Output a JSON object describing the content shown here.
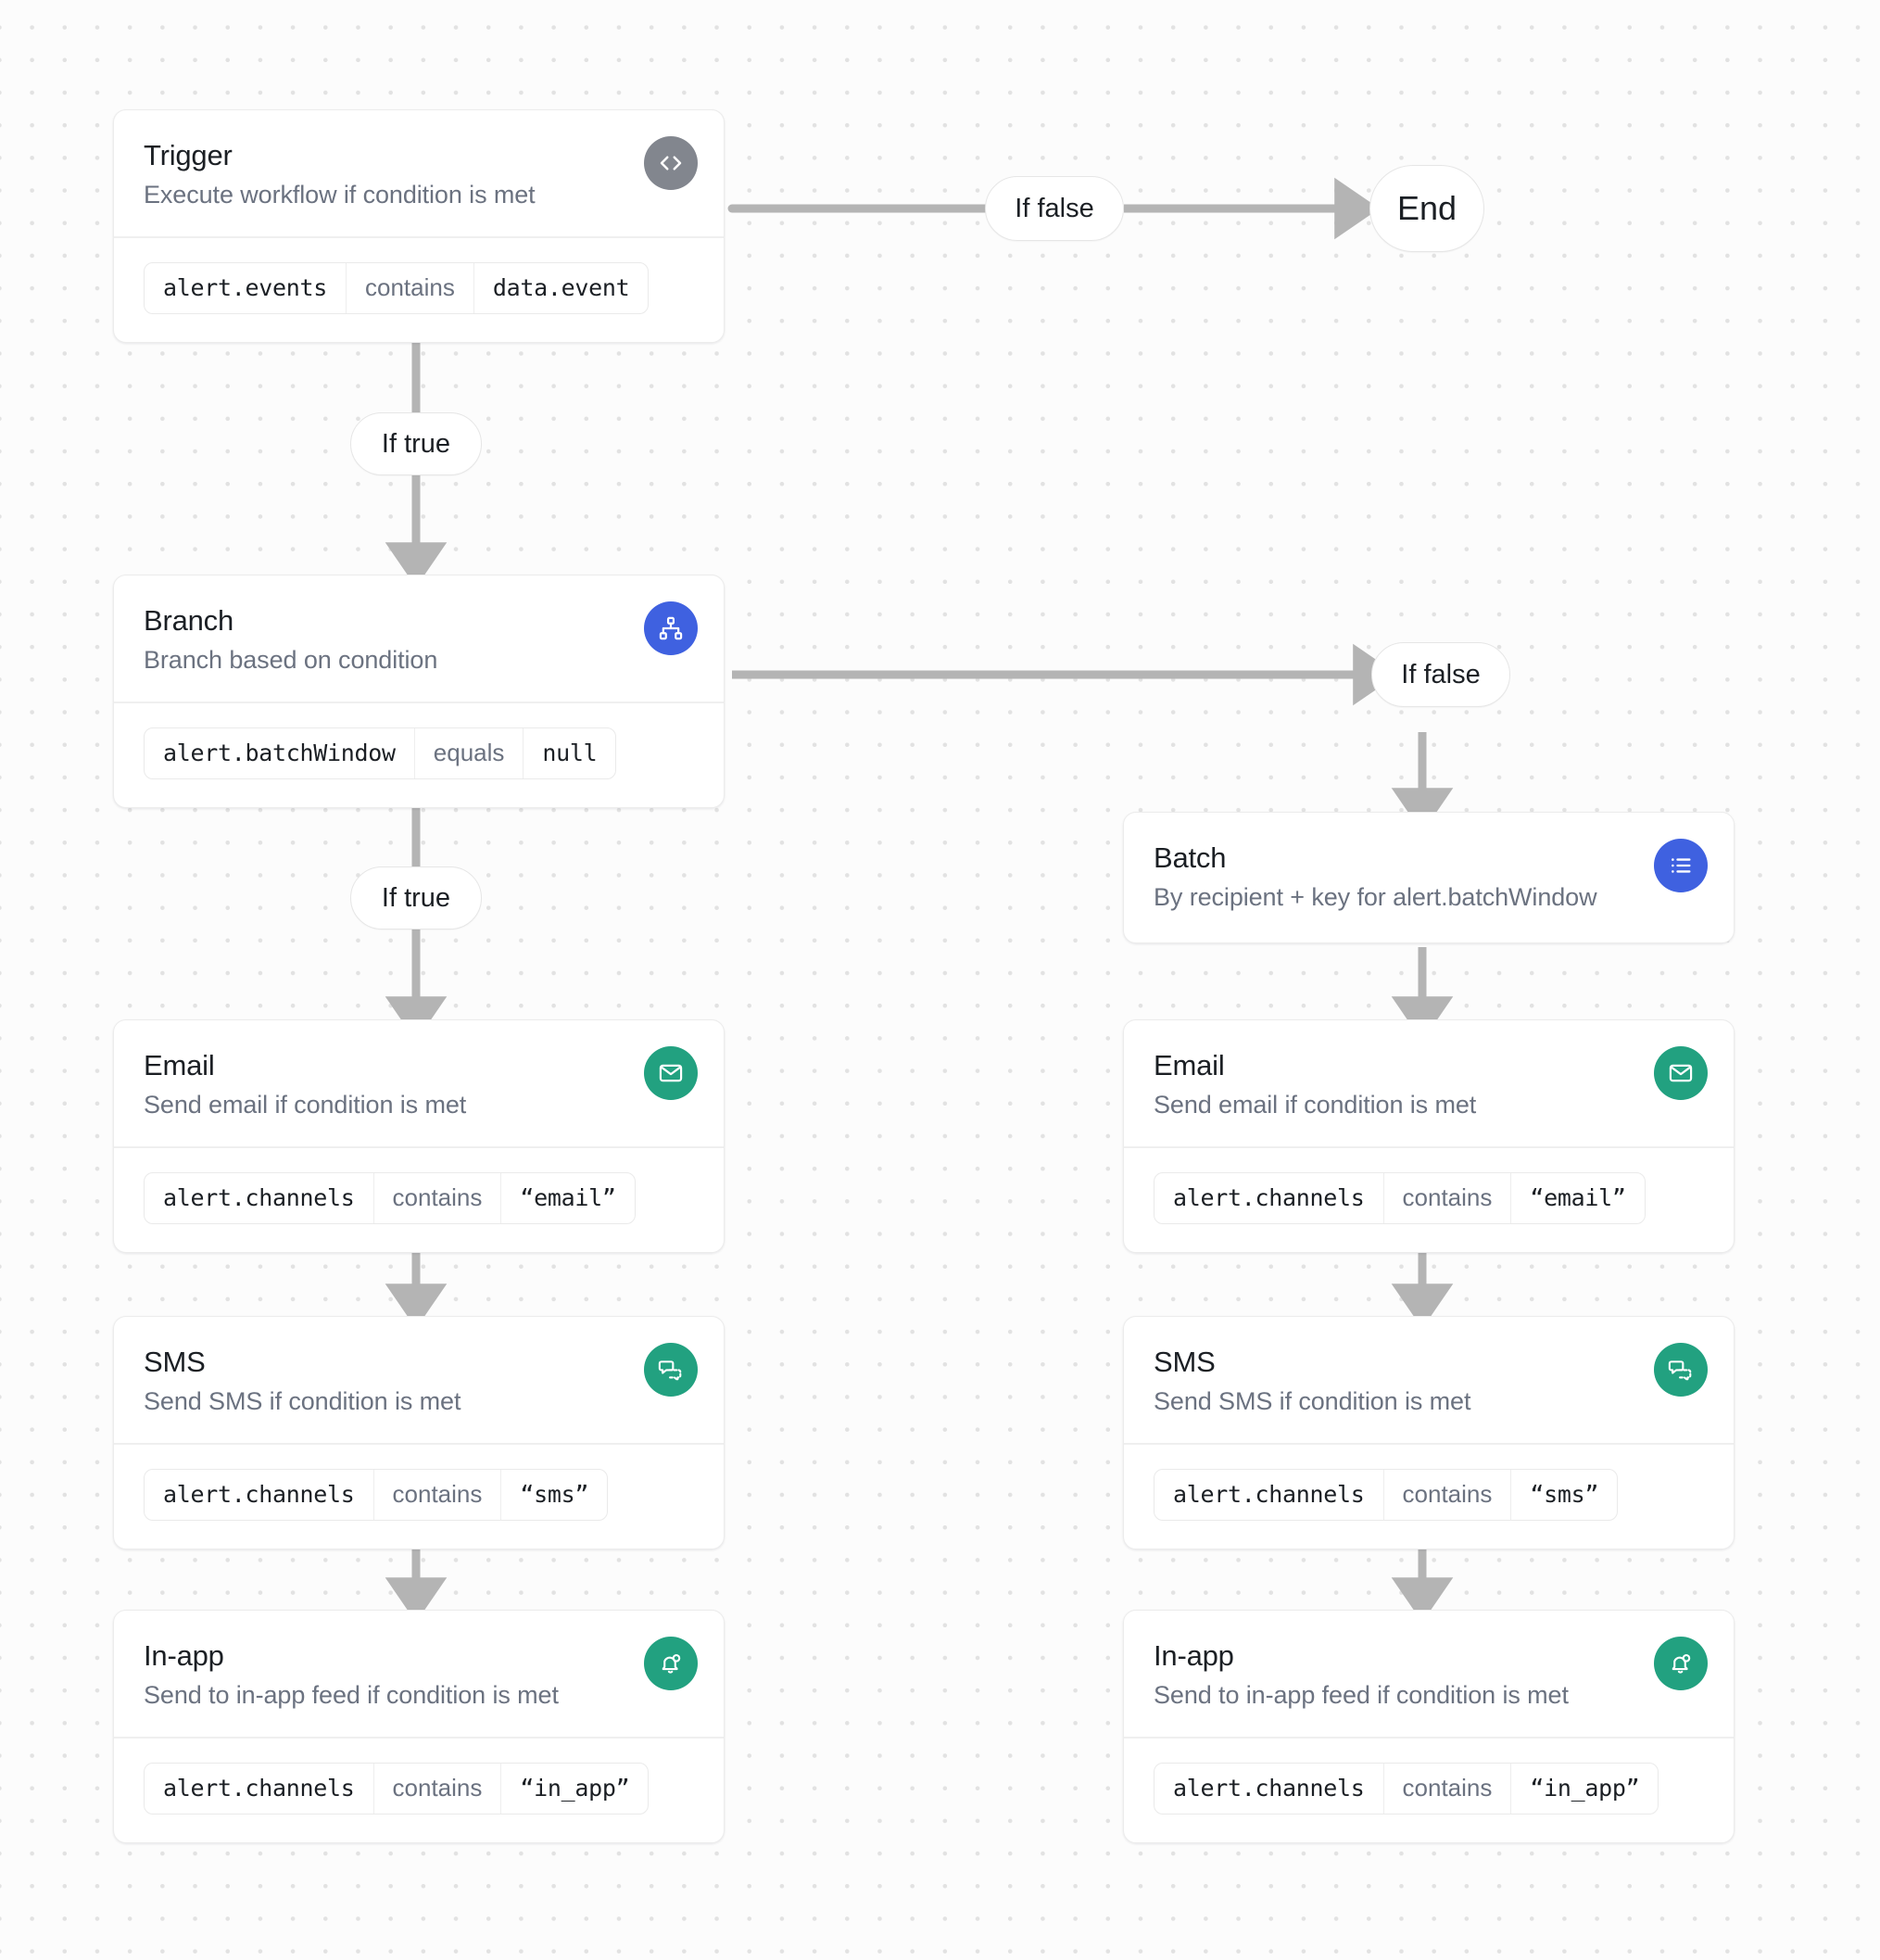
{
  "canvas": {
    "background_color": "#fcfcfc",
    "dot_color": "#e2e2e2"
  },
  "colors": {
    "trigger_badge": "#82868e",
    "branch_badge": "#3f61e0",
    "batch_badge": "#3f61e0",
    "channel_badge": "#22a180",
    "arrow": "#b4b4b4",
    "card_border": "#ececec",
    "title_text": "#1b1f24",
    "subtitle_text": "#6b7280"
  },
  "nodes": {
    "trigger": {
      "title": "Trigger",
      "subtitle": "Execute workflow if condition is met",
      "icon": "code-icon",
      "condition": {
        "field": "alert.events",
        "operator": "contains",
        "value": "data.event"
      }
    },
    "branch": {
      "title": "Branch",
      "subtitle": "Branch based on condition",
      "icon": "hierarchy-icon",
      "condition": {
        "field": "alert.batchWindow",
        "operator": "equals",
        "value": "null"
      }
    },
    "batch": {
      "title": "Batch",
      "subtitle": "By recipient + key for alert.batchWindow",
      "icon": "list-icon"
    },
    "email_left": {
      "title": "Email",
      "subtitle": "Send email if condition is met",
      "icon": "envelope-icon",
      "condition": {
        "field": "alert.channels",
        "operator": "contains",
        "value": "“email”"
      }
    },
    "sms_left": {
      "title": "SMS",
      "subtitle": "Send SMS if condition is met",
      "icon": "chat-bubbles-icon",
      "condition": {
        "field": "alert.channels",
        "operator": "contains",
        "value": "“sms”"
      }
    },
    "inapp_left": {
      "title": "In-app",
      "subtitle": "Send to in-app feed if condition is met",
      "icon": "bell-icon",
      "condition": {
        "field": "alert.channels",
        "operator": "contains",
        "value": "“in_app”"
      }
    },
    "email_right": {
      "title": "Email",
      "subtitle": "Send email if condition is met",
      "icon": "envelope-icon",
      "condition": {
        "field": "alert.channels",
        "operator": "contains",
        "value": "“email”"
      }
    },
    "sms_right": {
      "title": "SMS",
      "subtitle": "Send SMS if condition is met",
      "icon": "chat-bubbles-icon",
      "condition": {
        "field": "alert.channels",
        "operator": "contains",
        "value": "“sms”"
      }
    },
    "inapp_right": {
      "title": "In-app",
      "subtitle": "Send to in-app feed if condition is met",
      "icon": "bell-icon",
      "condition": {
        "field": "alert.channels",
        "operator": "contains",
        "value": "“in_app”"
      }
    }
  },
  "edge_labels": {
    "trigger_false": "If false",
    "trigger_true": "If true",
    "branch_false": "If false",
    "branch_true": "If true",
    "end": "End"
  }
}
